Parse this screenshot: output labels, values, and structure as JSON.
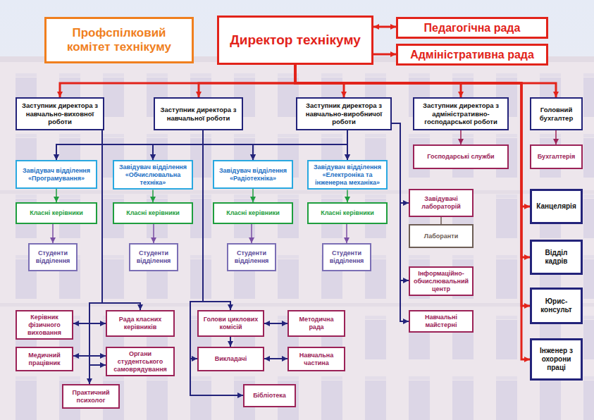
{
  "diagram": {
    "nodes": [
      {
        "text": [
          "Профспілковий комітет технікуму"
        ]
      },
      {
        "text": [
          "Директор технікуму"
        ]
      },
      {
        "text": [
          "Педагогічна рада"
        ]
      },
      {
        "text": [
          "Адміністративна рада"
        ]
      },
      {
        "text": [
          "Заступник директора з навчально-виховної роботи"
        ]
      },
      {
        "text": [
          "Заступник директора з навчальної роботи"
        ]
      },
      {
        "text": [
          "Заступник директора з навчально-виробничої роботи"
        ]
      },
      {
        "text": [
          "Заступник директора з адміністративно-господарської роботи"
        ]
      },
      {
        "text": [
          "Головний бухгалтер"
        ]
      },
      {
        "text": [
          "Завідувач відділення «Програмування»"
        ]
      },
      {
        "text": [
          "Завідувач відділення «Обчислювальна техніка»"
        ]
      },
      {
        "text": [
          "Завідувач відділення «Радіотехніка»"
        ]
      },
      {
        "text": [
          "Завідувач відділення «Електроніка та інженерна механіка»"
        ]
      },
      {
        "text": [
          "Господарські служби"
        ]
      },
      {
        "text": [
          "Бухгалтерія"
        ]
      },
      {
        "text": [
          "Класні керівники"
        ]
      },
      {
        "text": [
          "Класні керівники"
        ]
      },
      {
        "text": [
          "Класні керівники"
        ]
      },
      {
        "text": [
          "Класні керівники"
        ]
      },
      {
        "text": [
          "Завідувачі лабораторій"
        ]
      },
      {
        "text": [
          "Канцелярія"
        ]
      },
      {
        "text": [
          "Лаборанти"
        ]
      },
      {
        "text": [
          "Студенти відділення"
        ]
      },
      {
        "text": [
          "Студенти відділення"
        ]
      },
      {
        "text": [
          "Студенти відділення"
        ]
      },
      {
        "text": [
          "Студенти відділення"
        ]
      },
      {
        "text": [
          "Відділ кадрів"
        ]
      },
      {
        "text": [
          "Інформаційно-обчислювальний центр"
        ]
      },
      {
        "text": [
          "Юрис-консульт"
        ]
      },
      {
        "text": [
          "Навчальні майстерні"
        ]
      },
      {
        "text": [
          "Інженер з охорони праці"
        ]
      },
      {
        "text": [
          "Керівник фізичного виховання"
        ]
      },
      {
        "text": [
          "Рада класних керівників"
        ]
      },
      {
        "text": [
          "Голови циклових комісій"
        ]
      },
      {
        "text": [
          "Методична рада"
        ]
      },
      {
        "text": [
          "Медичний працівник"
        ]
      },
      {
        "text": [
          "Органи студентського самоврядування"
        ]
      },
      {
        "text": [
          "Викладачі"
        ]
      },
      {
        "text": [
          "Навчальна частина"
        ]
      },
      {
        "text": [
          "Практичний психолог"
        ]
      },
      {
        "text": [
          "Бібліотека"
        ]
      }
    ],
    "edges": [
      {
        "from": 1,
        "to": 2,
        "arrow": "both"
      },
      {
        "from": 1,
        "to": 3,
        "arrow": "to"
      },
      {
        "from": 1,
        "to": 4,
        "arrow": "to"
      },
      {
        "from": 1,
        "to": 5,
        "arrow": "to"
      },
      {
        "from": 1,
        "to": 6,
        "arrow": "to"
      },
      {
        "from": 1,
        "to": 7,
        "arrow": "to"
      },
      {
        "from": 1,
        "to": 8,
        "arrow": "to"
      },
      {
        "from": 1,
        "to": 20,
        "arrow": "to"
      },
      {
        "from": 1,
        "to": 26,
        "arrow": "to"
      },
      {
        "from": 1,
        "to": 28,
        "arrow": "to"
      },
      {
        "from": 1,
        "to": 30,
        "arrow": "to"
      },
      {
        "from": 7,
        "to": 13,
        "arrow": "to"
      },
      {
        "from": 8,
        "to": 14,
        "arrow": "to"
      },
      {
        "from": 5,
        "to": 9,
        "arrow": "to"
      },
      {
        "from": 5,
        "to": 10,
        "arrow": "to"
      },
      {
        "from": 5,
        "to": 11,
        "arrow": "to"
      },
      {
        "from": 5,
        "to": 12,
        "arrow": "to"
      },
      {
        "from": 6,
        "to": 9,
        "arrow": "to"
      },
      {
        "from": 6,
        "to": 10,
        "arrow": "to"
      },
      {
        "from": 6,
        "to": 11,
        "arrow": "to"
      },
      {
        "from": 6,
        "to": 12,
        "arrow": "to"
      },
      {
        "from": 9,
        "to": 15,
        "arrow": "to"
      },
      {
        "from": 10,
        "to": 16,
        "arrow": "to"
      },
      {
        "from": 11,
        "to": 17,
        "arrow": "to"
      },
      {
        "from": 12,
        "to": 18,
        "arrow": "to"
      },
      {
        "from": 15,
        "to": 22,
        "arrow": "to"
      },
      {
        "from": 16,
        "to": 23,
        "arrow": "to"
      },
      {
        "from": 17,
        "to": 24,
        "arrow": "to"
      },
      {
        "from": 18,
        "to": 25,
        "arrow": "to"
      },
      {
        "from": 6,
        "to": 19,
        "arrow": "to"
      },
      {
        "from": 6,
        "to": 27,
        "arrow": "to"
      },
      {
        "from": 6,
        "to": 29,
        "arrow": "to"
      },
      {
        "from": 19,
        "to": 21,
        "arrow": "none"
      },
      {
        "from": 4,
        "to": 32,
        "arrow": "to"
      },
      {
        "from": 4,
        "to": 36,
        "arrow": "to"
      },
      {
        "from": 4,
        "to": 39,
        "arrow": "to"
      },
      {
        "from": 31,
        "to": 32,
        "arrow": "both"
      },
      {
        "from": 35,
        "to": 36,
        "arrow": "both"
      },
      {
        "from": 5,
        "to": 33,
        "arrow": "to"
      },
      {
        "from": 5,
        "to": 37,
        "arrow": "to"
      },
      {
        "from": 5,
        "to": 40,
        "arrow": "to"
      },
      {
        "from": 33,
        "to": 34,
        "arrow": "both"
      },
      {
        "from": 37,
        "to": 38,
        "arrow": "both"
      },
      {
        "from": 33,
        "to": 37,
        "arrow": "to"
      }
    ]
  }
}
